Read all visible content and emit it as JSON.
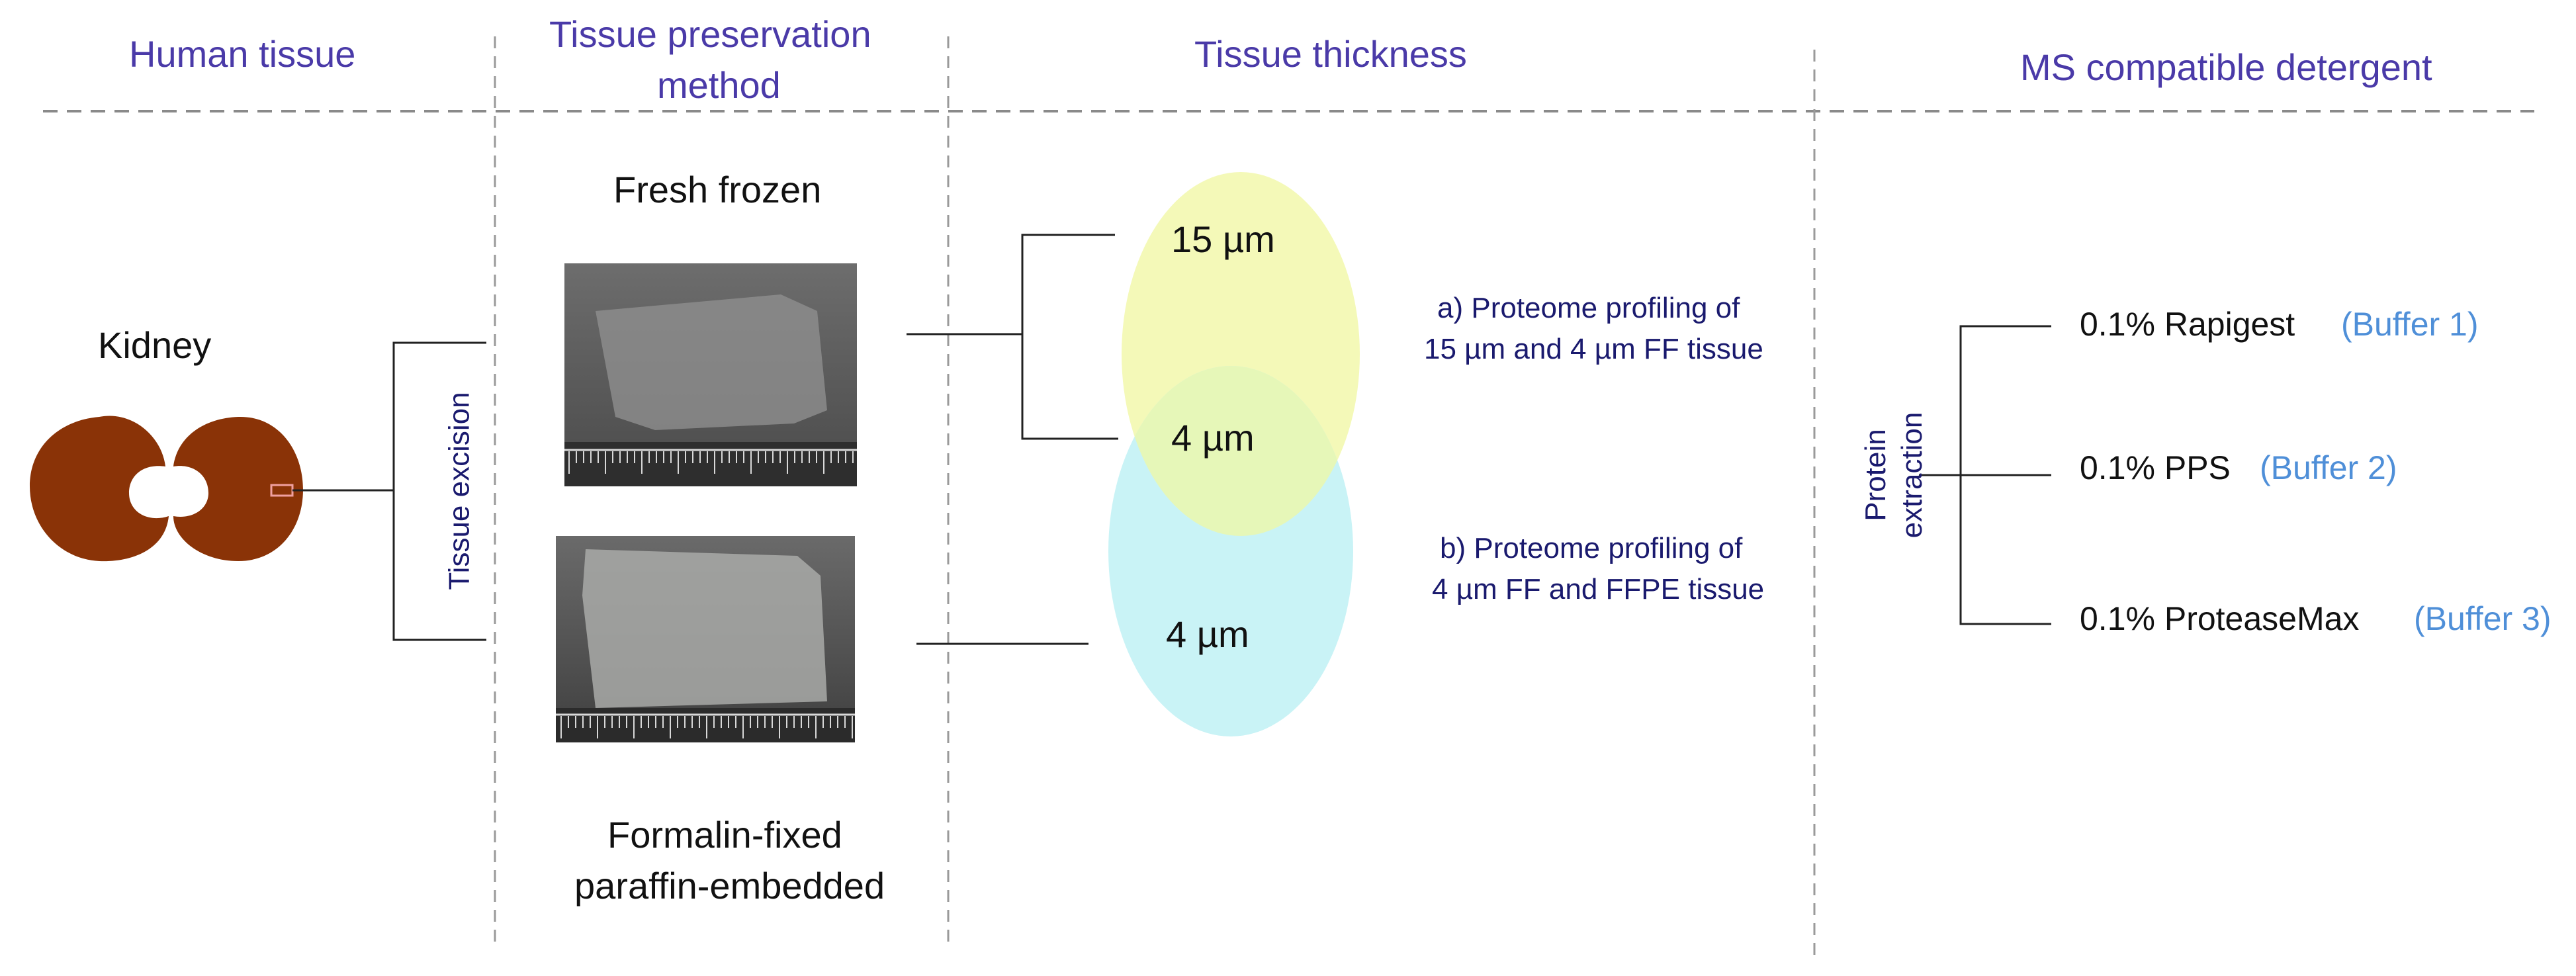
{
  "headers": {
    "human_tissue": "Human tissue",
    "preservation_line1": "Tissue preservation",
    "preservation_line2": "method",
    "thickness": "Tissue thickness",
    "detergent": "MS compatible detergent"
  },
  "tissue": {
    "organ_label": "Kidney",
    "excision_label": "Tissue excision"
  },
  "preservation": {
    "fresh_frozen": "Fresh frozen",
    "ffpe_line1": "Formalin-fixed",
    "ffpe_line2": "paraffin-embedded"
  },
  "thickness": {
    "ff_thick": "15 µm",
    "ff_thin": "4 µm",
    "ffpe_thin": "4 µm"
  },
  "comparisons": {
    "a_line1": "a) Proteome profiling of",
    "a_line2": "15 µm and 4 µm FF tissue",
    "b_line1": "b) Proteome profiling of",
    "b_line2": "4 µm FF and FFPE tissue"
  },
  "extraction": {
    "label_line1": "Protein",
    "label_line2": "extraction"
  },
  "detergents": [
    {
      "name": "0.1% Rapigest",
      "buffer": "(Buffer 1)"
    },
    {
      "name": "0.1% PPS",
      "buffer": "(Buffer 2)"
    },
    {
      "name": "0.1% ProteaseMax",
      "buffer": "(Buffer 3)"
    }
  ],
  "colors": {
    "header_text": "#4a3aa8",
    "buffer_text": "#4f8fd8",
    "note_text": "#1a1a6e",
    "kidney": "#8a3307",
    "ellipse_yellow": "#f4f9b8",
    "ellipse_cyan": "#c9f3f6",
    "ellipse_overlap": "#e6f7b8"
  },
  "icons": {
    "kidney": "kidney-icon",
    "fresh_frozen_photo": "tissue-section-photo",
    "ffpe_photo": "tissue-section-photo"
  }
}
